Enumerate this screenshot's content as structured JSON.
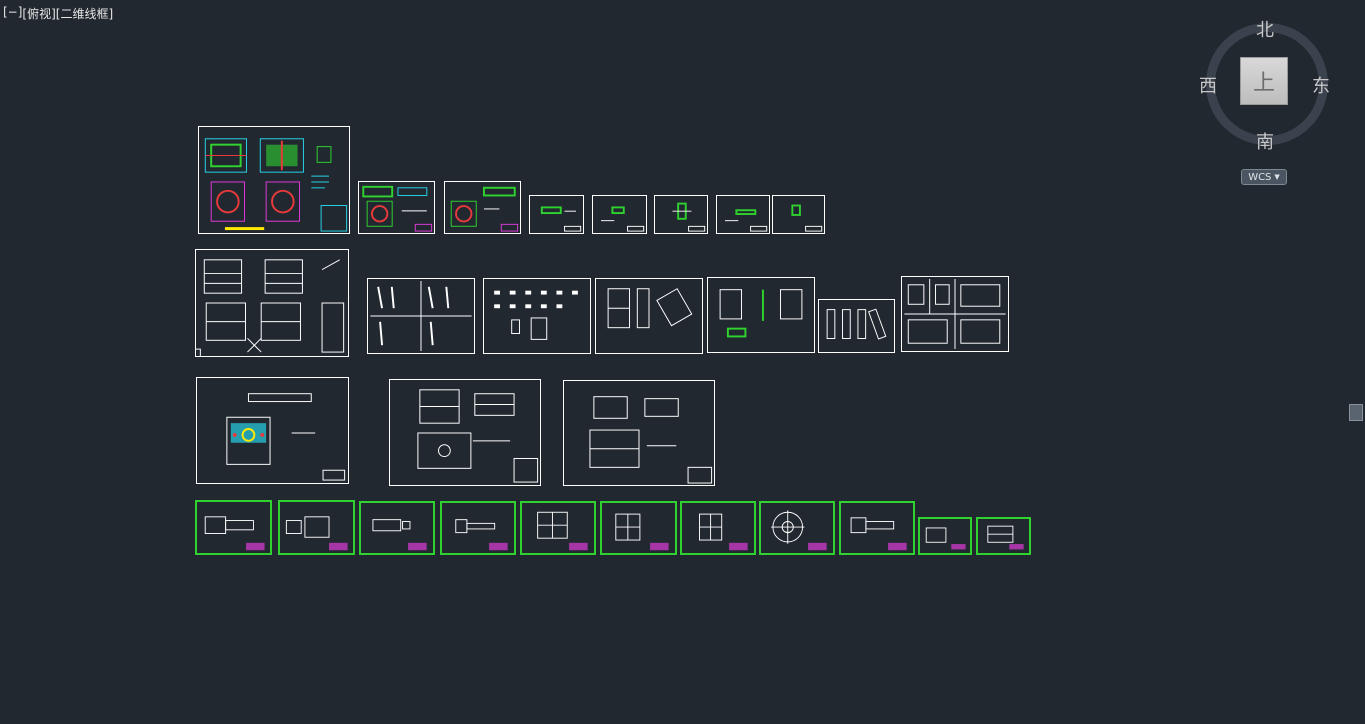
{
  "viewport": {
    "control": "[−]",
    "view": "[俯视]",
    "style": "[二维线框]"
  },
  "viewcube": {
    "north": "北",
    "south": "南",
    "west": "西",
    "east": "东",
    "face": "上",
    "wcs_label": "WCS"
  },
  "colors": {
    "background": "#212830",
    "sheet_border": "#ffffff",
    "accent_green": "#2fd22f",
    "cyan": "#28d2e6",
    "red": "#e83a3a",
    "magenta": "#e03ad8"
  }
}
